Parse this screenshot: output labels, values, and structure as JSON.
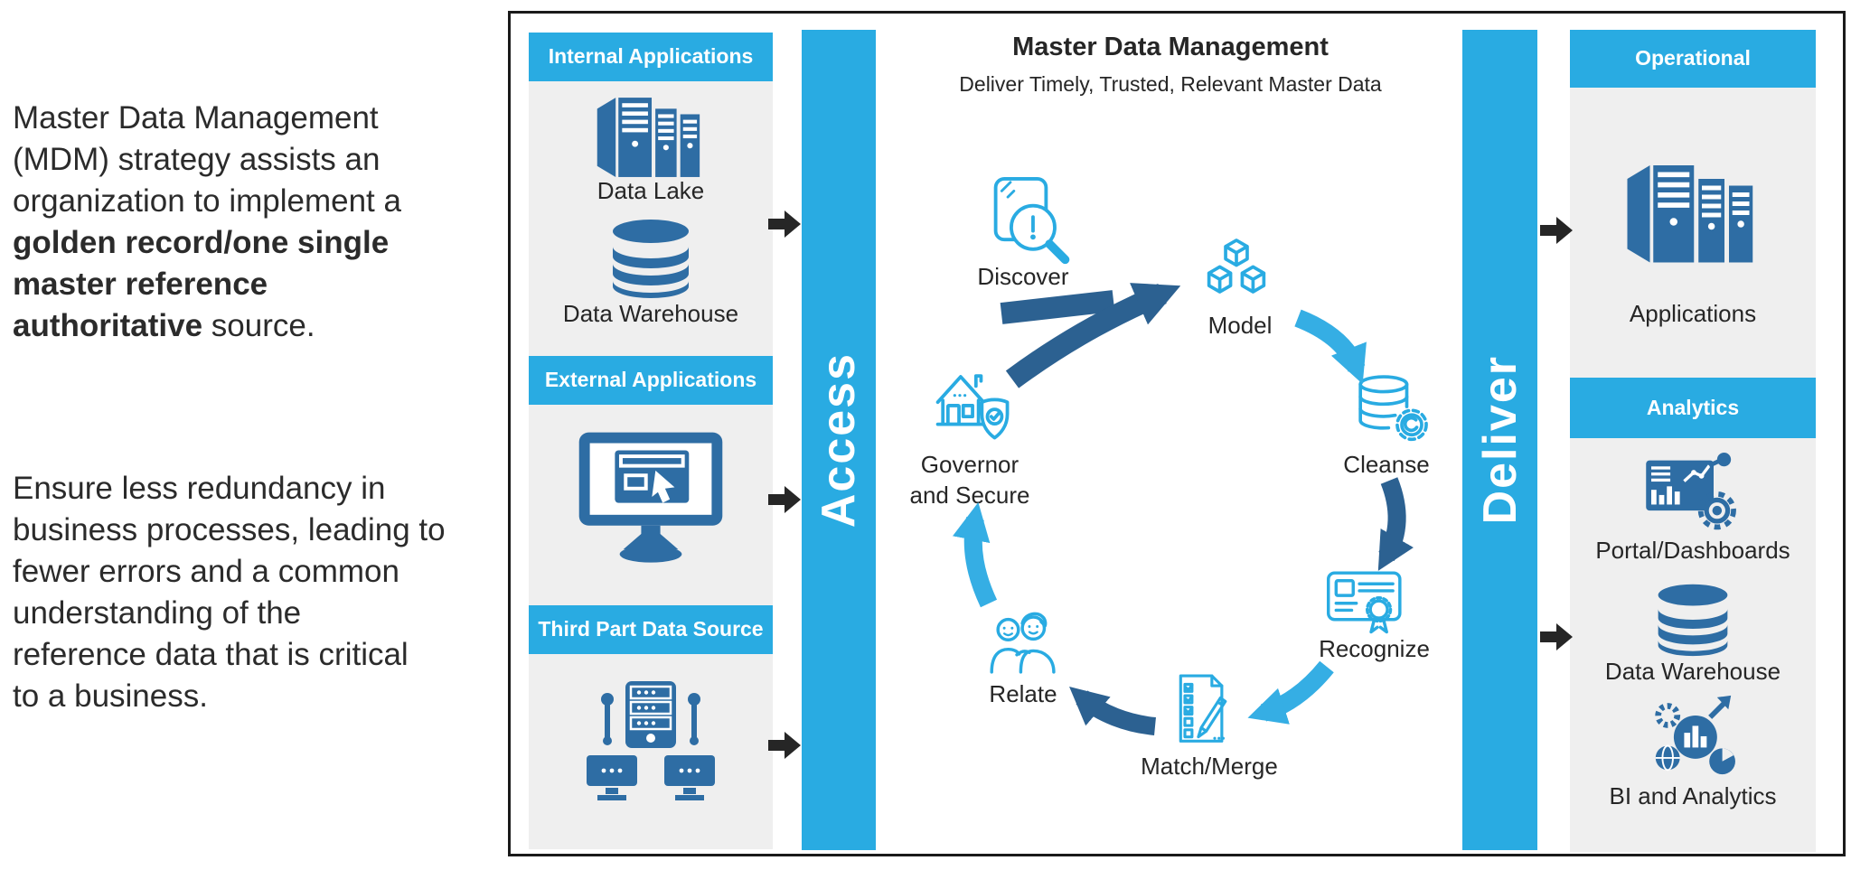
{
  "left_panel": {
    "p1_lines": [
      [
        {
          "t": "Master Data Management",
          "b": false
        }
      ],
      [
        {
          "t": "(MDM) strategy assists an",
          "b": false
        }
      ],
      [
        {
          "t": "organization to implement a",
          "b": false
        }
      ],
      [
        {
          "t": "golden record/one single",
          "b": true
        }
      ],
      [
        {
          "t": "master reference",
          "b": true
        }
      ],
      [
        {
          "t": "authoritative",
          "b": true
        },
        {
          "t": " source.",
          "b": false
        }
      ]
    ],
    "p2_lines": [
      [
        {
          "t": "Ensure less redundancy in",
          "b": false
        }
      ],
      [
        {
          "t": "business processes, leading to",
          "b": false
        }
      ],
      [
        {
          "t": "fewer errors and a common",
          "b": false
        }
      ],
      [
        {
          "t": "understanding of the",
          "b": false
        }
      ],
      [
        {
          "t": "reference data that is critical",
          "b": false
        }
      ],
      [
        {
          "t": "to a business.",
          "b": false
        }
      ]
    ]
  },
  "diagram": {
    "title": "Master Data Management",
    "subtitle": "Deliver Timely, Trusted, Relevant Master Data",
    "access_label": "Access",
    "deliver_label": "Deliver",
    "sources": [
      {
        "header": "Internal Applications",
        "items": [
          {
            "icon": "server-stack-icon",
            "label": "Data Lake"
          },
          {
            "icon": "database-icon",
            "label": "Data Warehouse"
          }
        ]
      },
      {
        "header": "External Applications",
        "items": [
          {
            "icon": "monitor-browser-icon",
            "label": ""
          }
        ]
      },
      {
        "header": "Third Part Data Source",
        "items": [
          {
            "icon": "server-network-icon",
            "label": ""
          }
        ]
      }
    ],
    "cycle": [
      {
        "icon": "magnifier-alert-icon",
        "label": "Discover"
      },
      {
        "icon": "cubes-icon",
        "label": "Model"
      },
      {
        "icon": "database-gear-icon",
        "label": "Cleanse"
      },
      {
        "icon": "id-card-ribbon-icon",
        "label": "Recognize"
      },
      {
        "icon": "checklist-pencil-icon",
        "label": "Match/Merge"
      },
      {
        "icon": "people-icon",
        "label": "Relate"
      },
      {
        "icon": "house-shield-icon",
        "label": "Governor\nand Secure"
      }
    ],
    "targets": [
      {
        "header": "Operational",
        "items": [
          {
            "icon": "server-stack-icon",
            "label": "Applications"
          }
        ]
      },
      {
        "header": "Analytics",
        "items": [
          {
            "icon": "dashboard-gear-icon",
            "label": "Portal/Dashboards"
          },
          {
            "icon": "database-icon",
            "label": "Data Warehouse"
          },
          {
            "icon": "bi-analytics-icon",
            "label": "BI and Analytics"
          }
        ]
      }
    ],
    "colors": {
      "banner": "#29ABE2",
      "dark_icon": "#2E6DA4",
      "dark_arrow": "#2C6191",
      "light_arrow": "#35AEE4",
      "body": "#EFEFEF",
      "text": "#262626"
    }
  }
}
